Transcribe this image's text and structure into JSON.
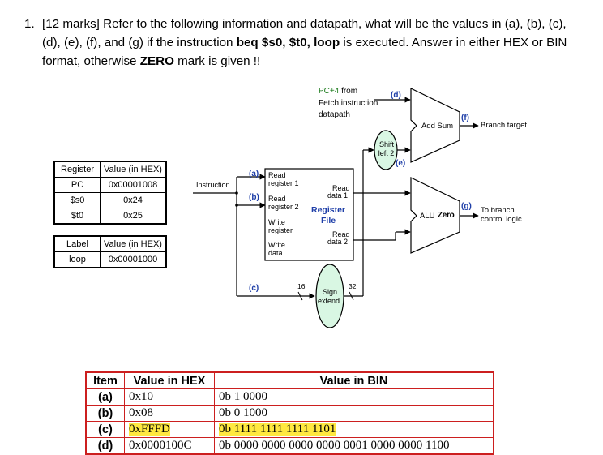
{
  "question": {
    "number": "1.",
    "parts": [
      {
        "t": "[12 marks]  Refer to the following information and datapath, what will be the values in (a), (b), (c), (d), (e), (f), and (g) if the instruction ",
        "b": false
      },
      {
        "t": "beq $s0, $t0, loop",
        "b": true
      },
      {
        "t": " is executed.  Answer in either HEX or BIN format, otherwise ",
        "b": false
      },
      {
        "t": "ZERO",
        "b": true
      },
      {
        "t": " mark is given !!",
        "b": false
      }
    ]
  },
  "register_table": {
    "headers": [
      "Register",
      "Value (in HEX)"
    ],
    "rows": [
      [
        "PC",
        "0x00001008"
      ],
      [
        "$s0",
        "0x24"
      ],
      [
        "$t0",
        "0x25"
      ]
    ]
  },
  "label_table": {
    "headers": [
      "Label",
      "Value (in HEX)"
    ],
    "rows": [
      [
        "loop",
        "0x00001000"
      ]
    ]
  },
  "diagram": {
    "pc4_line1": "PC+4",
    "pc4_line2": " from",
    "pc4_line3": "Fetch instruction",
    "pc4_line4": "datapath",
    "mark_d": "(d)",
    "mark_e": "(e)",
    "mark_f": "(f)",
    "mark_g": "(g)",
    "mark_a": "(a)",
    "mark_b": "(b)",
    "mark_c": "(c)",
    "add_sum": "Add  Sum",
    "branch_target": "Branch target",
    "shift_1": "Shift",
    "shift_2": "left 2",
    "instruction": "Instruction",
    "read_reg1_1": "Read",
    "read_reg1_2": "register 1",
    "read_reg2_1": "Read",
    "read_reg2_2": "register 2",
    "write_reg_1": "Write",
    "write_reg_2": "register",
    "write_data_1": "Write",
    "write_data_2": "data",
    "read_data1_1": "Read",
    "read_data1_2": "data 1",
    "read_data2_1": "Read",
    "read_data2_2": "data 2",
    "regfile_1": "Register",
    "regfile_2": "File",
    "alu": "ALU",
    "zero": "Zero",
    "to_branch_1": "To branch",
    "to_branch_2": "control logic",
    "bits16": "16",
    "bits32": "32",
    "sign_1": "Sign",
    "sign_2": "extend"
  },
  "answer_table": {
    "headers": [
      "Item",
      "Value in HEX",
      "Value in BIN"
    ],
    "rows": [
      {
        "item": "(a)",
        "hex": "0x10",
        "bin": "0b 1 0000",
        "highlight": false
      },
      {
        "item": "(b)",
        "hex": "0x08",
        "bin": "0b 0 1000",
        "highlight": false
      },
      {
        "item": "(c)",
        "hex": "0xFFFD",
        "bin": "0b 1111 1111 1111 1101",
        "highlight": true
      },
      {
        "item": "(d)",
        "hex": "0x0000100C",
        "bin": "0b 0000 0000 0000 0000 0001 0000 0000 1100",
        "highlight": false
      }
    ],
    "highlight_color": "#ffe840"
  }
}
